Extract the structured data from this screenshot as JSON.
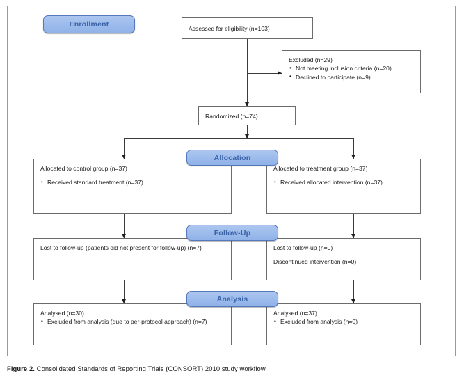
{
  "figure": {
    "caption_label": "Figure 2.",
    "caption_text": "Consolidated Standards of Reporting Trials (CONSORT) 2010 study workflow."
  },
  "colors": {
    "banner_fill": "#9dbcec",
    "banner_border": "#5577bb",
    "banner_text": "#3b63a8",
    "box_border": "#6b6b6b",
    "connector": "#3a3a3a",
    "frame_border": "#9a9a9a",
    "page_background": "#ffffff"
  },
  "stages": {
    "enrollment": "Enrollment",
    "allocation": "Allocation",
    "followup": "Follow-Up",
    "analysis": "Analysis"
  },
  "nodes": {
    "assessed": {
      "lines": [
        "Assessed for eligibility (n=103)"
      ]
    },
    "excluded": {
      "heading": "Excluded  (n=29)",
      "bullets": [
        "Not meeting inclusion criteria (n=20)",
        "Declined to participate (n=9)"
      ]
    },
    "randomized": {
      "lines": [
        "Randomized (n=74)"
      ]
    },
    "allocated_control": {
      "heading": "Allocated to control group (n=37)",
      "bullets": [
        "Received standard treatment (n=37)"
      ]
    },
    "allocated_treatment": {
      "heading": "Allocated to treatment group (n=37)",
      "bullets": [
        "Received allocated intervention (n=37)"
      ]
    },
    "followup_control": {
      "lines": [
        "Lost to follow-up (patients did not present for follow-up) (n=7)"
      ]
    },
    "followup_treatment": {
      "lines": [
        "Lost to follow-up (n=0)",
        "Discontinued intervention (n=0)"
      ]
    },
    "analysis_control": {
      "heading": "Analysed  (n=30)",
      "bullets": [
        "Excluded from analysis (due to per-protocol approach) (n=7)"
      ]
    },
    "analysis_treatment": {
      "heading": "Analysed  (n=37)",
      "bullets": [
        "Excluded from analysis (n=0)"
      ]
    }
  }
}
